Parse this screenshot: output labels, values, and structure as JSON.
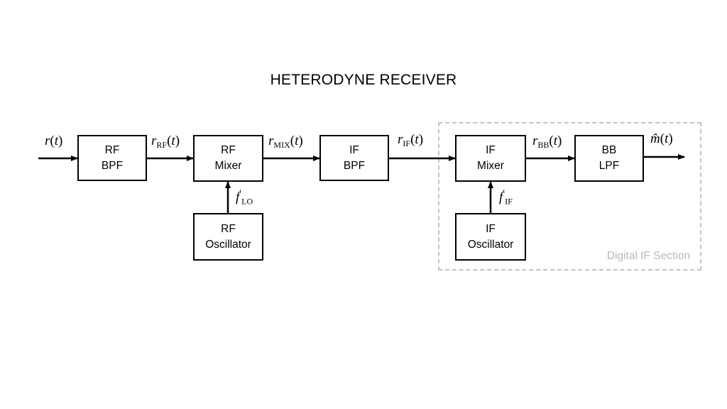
{
  "title": "HETERODYNE RECEIVER",
  "blocks": {
    "rf_bpf": [
      "RF",
      "BPF"
    ],
    "rf_mixer": [
      "RF",
      "Mixer"
    ],
    "rf_oscillator": [
      "RF",
      "Oscillator"
    ],
    "if_bpf": [
      "IF",
      "BPF"
    ],
    "if_mixer": [
      "IF",
      "Mixer"
    ],
    "if_oscillator": [
      "IF",
      "Oscillator"
    ],
    "bb_lpf": [
      "BB",
      "LPF"
    ]
  },
  "signals": {
    "input": {
      "base": "r",
      "sub": "",
      "arg": "t"
    },
    "rf_out": {
      "base": "r",
      "sub": "RF",
      "arg": "t"
    },
    "mix_out": {
      "base": "r",
      "sub": "MIX",
      "arg": "t"
    },
    "if_out": {
      "base": "r",
      "sub": "IF",
      "arg": "t"
    },
    "bb_out": {
      "base": "r",
      "sub": "BB",
      "arg": "t"
    },
    "output": {
      "base": "m̂",
      "sub": "",
      "arg": "t"
    },
    "lo_freq": {
      "base": "f",
      "prime": "′",
      "sub": "LO"
    },
    "if_freq": {
      "base": "f",
      "prime": "′",
      "sub": "IF"
    }
  },
  "section_label": "Digital IF Section"
}
